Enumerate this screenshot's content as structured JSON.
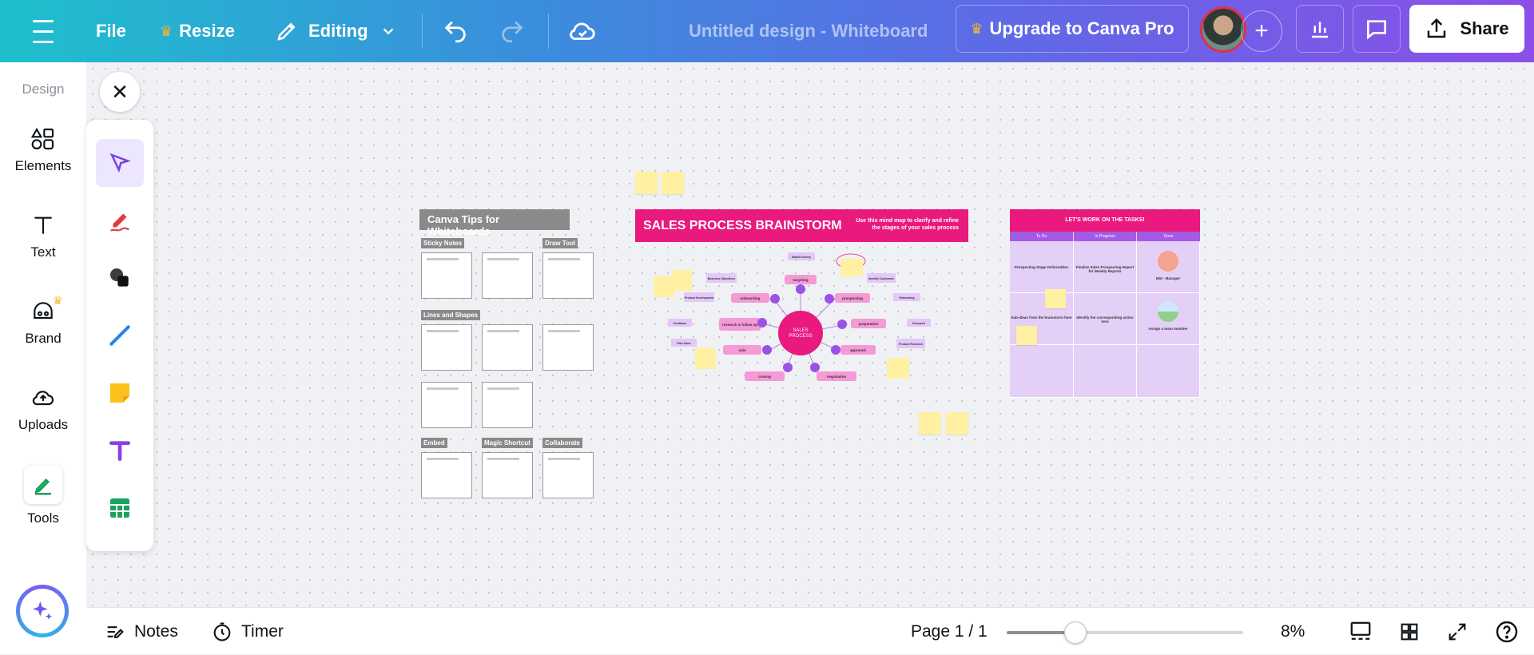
{
  "topbar": {
    "file_label": "File",
    "resize_label": "Resize",
    "editing_label": "Editing",
    "title": "Untitled design - Whiteboard",
    "upgrade_label": "Upgrade to Canva Pro",
    "share_label": "Share",
    "colors": {
      "gradient_start": "#1ec0cc",
      "gradient_end": "#8b4fe8",
      "crown": "#f5b82e"
    }
  },
  "rail": {
    "design_label": "Design",
    "items": [
      {
        "label": "Elements",
        "icon": "elements-icon"
      },
      {
        "label": "Text",
        "icon": "text-icon"
      },
      {
        "label": "Brand",
        "icon": "brand-icon"
      },
      {
        "label": "Uploads",
        "icon": "uploads-icon"
      },
      {
        "label": "Tools",
        "icon": "tools-icon"
      }
    ]
  },
  "toolpanel": {
    "tools": [
      "select-tool-icon",
      "pen-tool-icon",
      "shapes-tool-icon",
      "line-tool-icon",
      "sticky-note-tool-icon",
      "text-tool-icon",
      "table-tool-icon"
    ]
  },
  "whiteboard": {
    "tips": {
      "title": "Canva Tips for Whiteboards",
      "sections": [
        "Sticky Notes",
        "Draw Tool",
        "Lines and Shapes",
        "Embed",
        "Magic Shortcut",
        "Collaborate"
      ]
    },
    "sales": {
      "title": "SALES PROCESS BRAINSTORM",
      "subtitle": "Use this mind map to clarify and refine the stages of your sales process",
      "center": "SALES PROCESS",
      "nodes": [
        "targeting",
        "prospecting",
        "preparation",
        "approach",
        "negotiation",
        "closing",
        "sale",
        "onboarding",
        "research & follow up",
        "Market Survey",
        "Identify Customers",
        "Networking",
        "Research",
        "Product Research",
        "Feedback",
        "Plan Sales",
        "Product Development",
        "Business Objectives"
      ]
    },
    "tasks": {
      "title": "LET'S WORK ON THE TASKS!",
      "columns": [
        "To Do",
        "In Progress",
        "Done"
      ],
      "rows": [
        [
          "Prospecting Stage Deliverables",
          "Finalize Sales Prospecting Report for Weekly Reports",
          "Mid - Manager"
        ],
        [
          "Sub-ideas from the brainstorm here",
          "Identify the corresponding action item",
          "Assign a team member"
        ]
      ]
    }
  },
  "bottombar": {
    "notes_label": "Notes",
    "timer_label": "Timer",
    "page_label": "Page 1 / 1",
    "zoom_label": "8%",
    "zoom_value": 0.29
  }
}
